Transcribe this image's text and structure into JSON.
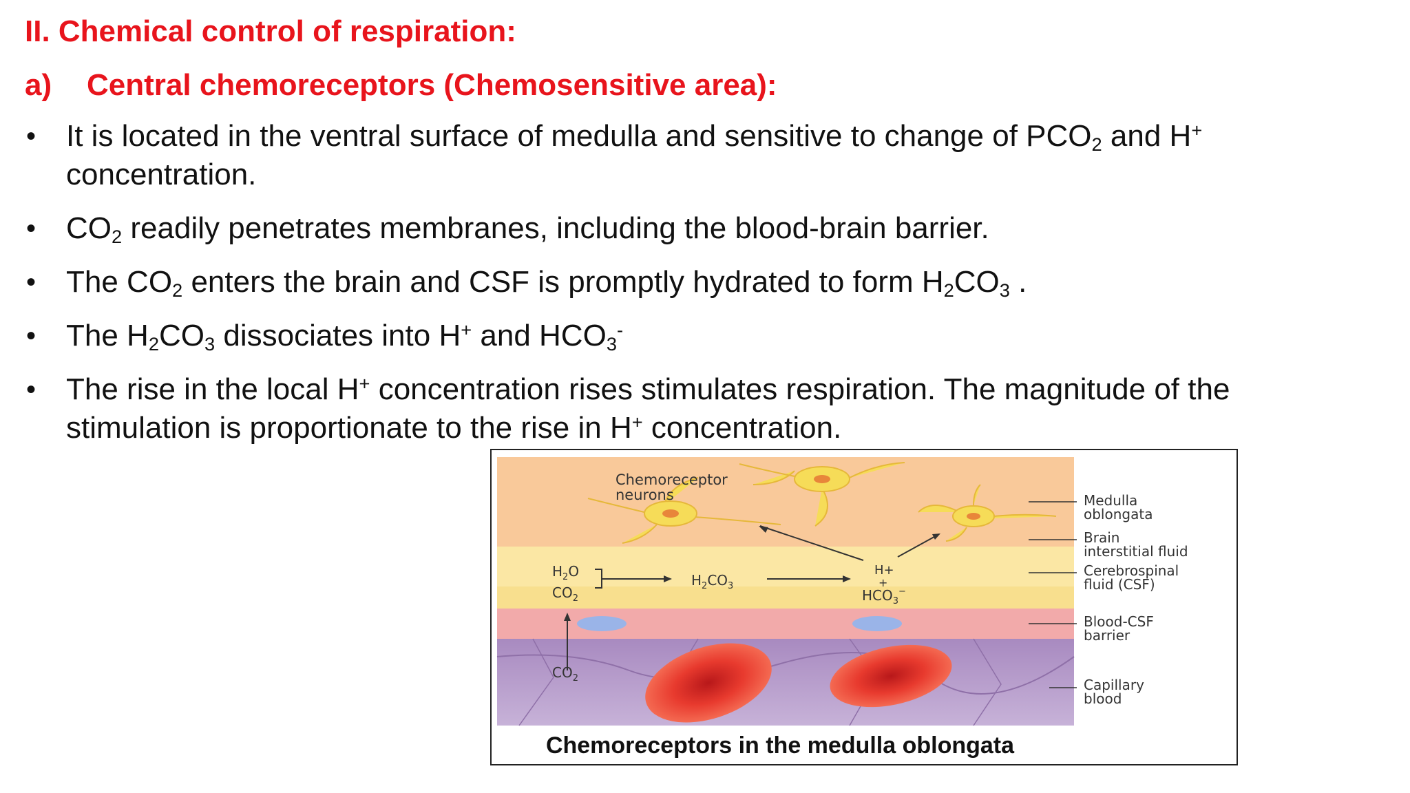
{
  "heading": {
    "title": "II. Chemical control of respiration:",
    "subtitle_marker": "a)",
    "subtitle": "Central chemoreceptors (Chemosensitive area):"
  },
  "bullets": {
    "b1": {
      "l1_a": "It is located in the ventral surface of medulla and sensitive to change of PCO",
      "l1_sub": "2",
      "l1_b": " and H",
      "l1_sup": "+",
      "l2": "concentration."
    },
    "b2": {
      "a": "CO",
      "sub": "2",
      "b": " readily penetrates membranes, including the blood-brain barrier."
    },
    "b3": {
      "a": "The CO",
      "sub1": "2",
      "b": " enters the brain and CSF is promptly hydrated to form H",
      "sub2": "2",
      "c": "CO",
      "sub3": "3",
      "d": " ."
    },
    "b4": {
      "a": "The H",
      "sub1": "2",
      "b": "CO",
      "sub2": "3",
      "c": " dissociates into H",
      "sup1": "+",
      "d": "  and HCO",
      "sub3": "3",
      "sup2": "-"
    },
    "b5": {
      "l1_a": "The rise in the local H",
      "l1_sup": "+",
      "l1_b": " concentration rises stimulates respiration. The magnitude of the",
      "l2_a": "stimulation is proportionate to the rise in H",
      "l2_sup": "+",
      "l2_b": " concentration."
    }
  },
  "figure": {
    "caption": "Chemoreceptors in the medulla oblongata",
    "neuron_label_1": "Chemoreceptor",
    "neuron_label_2": "neurons",
    "h2o": "H",
    "h2o_sub": "2",
    "h2o_end": "O",
    "co2_top": "CO",
    "co2_top_sub": "2",
    "h2co3_a": "H",
    "h2co3_sub1": "2",
    "h2co3_b": "CO",
    "h2co3_sub2": "3",
    "h_plus": "H+",
    "plus": "+",
    "hco3": "HCO",
    "hco3_sub": "3",
    "hco3_sup": "−",
    "co2_bottom": "CO",
    "co2_bottom_sub": "2",
    "side_labels": {
      "medulla_1": "Medulla",
      "medulla_2": "oblongata",
      "brain_1": "Brain",
      "brain_2": "interstitial fluid",
      "csf_1": "Cerebrospinal",
      "csf_2": "fluid (CSF)",
      "barrier_1": "Blood-CSF",
      "barrier_2": "barrier",
      "capillary_1": "Capillary",
      "capillary_2": "blood"
    }
  },
  "colors": {
    "heading": "#e8141c",
    "medulla": "#f8c896",
    "csf": "#fbe9a0",
    "barrier": "#f0a8a8",
    "capillary": "#b89ac8",
    "rbc": "#e8342c"
  }
}
